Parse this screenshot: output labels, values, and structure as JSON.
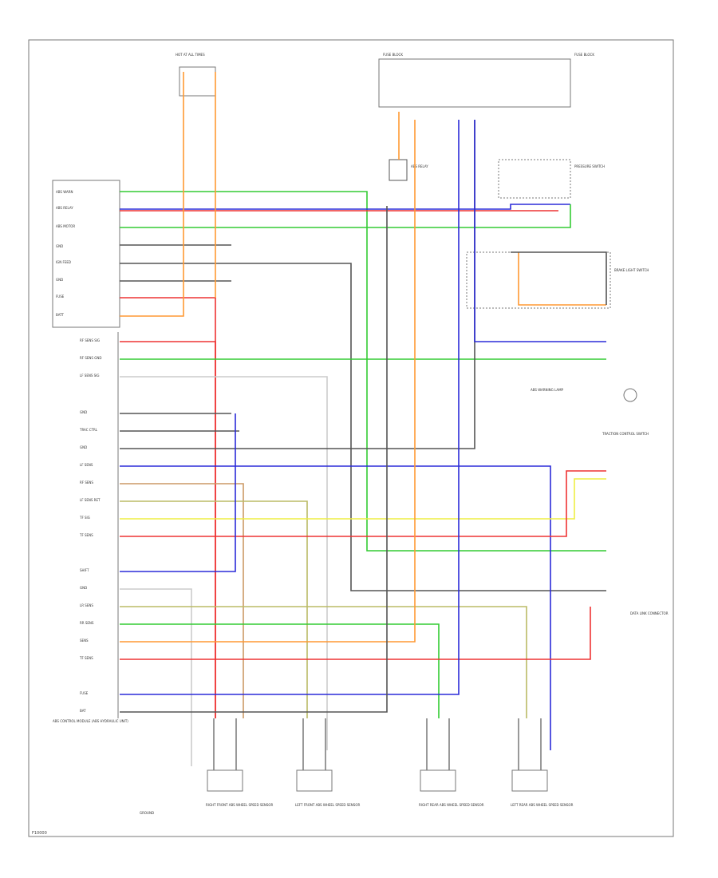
{
  "figure_id": "F10000",
  "colors": {
    "green": "#33cc33",
    "blue": "#2b2bd8",
    "red": "#ee3333",
    "orange": "#ff9933",
    "yellow": "#eeee44",
    "gray": "#999999",
    "dark": "#555555",
    "lightgray": "#cccccc",
    "olive": "#bbbb66",
    "brown": "#cc9966"
  },
  "modules": {
    "ecm_title": "ABS CONTROL MODULE (ABS HYDRAULIC UNIT)",
    "ecm_pins_top": [
      "ABS WARN",
      "ABS RELAY",
      "ABS MOTOR",
      "GND",
      "IGN FEED",
      "GND",
      "FUSE",
      "BATT"
    ],
    "ecm_pins_bottom": [
      "RF SENS SIG",
      "RF SENS GND",
      "LF SENS SIG",
      "",
      "GND",
      "TRAC CTRL",
      "GND",
      "LF SENS",
      "RF SENS",
      "LF SENS RET",
      "TF SIG",
      "TF SENS",
      "",
      "SHIFT",
      "GND",
      "LR SENS",
      "RR SENS",
      "SENS",
      "TF SENS",
      "",
      "FUSE",
      "BAT"
    ]
  },
  "sensors": [
    {
      "name": "RIGHT FRONT ABS WHEEL SPEED SENSOR"
    },
    {
      "name": "LEFT FRONT ABS WHEEL SPEED SENSOR"
    },
    {
      "name": "RIGHT REAR ABS WHEEL SPEED SENSOR"
    },
    {
      "name": "LEFT REAR ABS WHEEL SPEED SENSOR"
    }
  ],
  "labels": {
    "fuse_block_top": "FUSE BLOCK",
    "fuse_block_right": "FUSE BLOCK",
    "hot_all": "HOT AT ALL TIMES",
    "brake_switch": "BRAKE LIGHT SWITCH",
    "trac_ctrl_switch": "TRACTION CONTROL SWITCH",
    "abs_relay": "ABS RELAY",
    "pressure_switch": "PRESSURE SWITCH",
    "warn_lamp": "ABS WARNING LAMP",
    "dlc": "DATA LINK CONNECTOR",
    "gnd_note": "GROUND"
  }
}
